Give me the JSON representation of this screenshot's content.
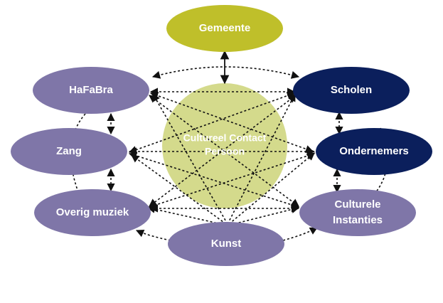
{
  "nodes": {
    "gemeente": {
      "label": "Gemeente",
      "color": "#bfbf2a"
    },
    "hafabra": {
      "label": "HaFaBra",
      "color": "#7f76a8"
    },
    "scholen": {
      "label": "Scholen",
      "color": "#0b1f5c"
    },
    "zang": {
      "label": "Zang",
      "color": "#7f76a8"
    },
    "ondernemers": {
      "label": "Ondernemers",
      "color": "#0b1f5c"
    },
    "overig": {
      "label": "Overig muziek",
      "color": "#7f76a8"
    },
    "culturele_line1": {
      "label": "Culturele",
      "color": "#7f76a8"
    },
    "culturele_line2": {
      "label": "Instanties"
    },
    "kunst": {
      "label": "Kunst",
      "color": "#7f76a8"
    }
  },
  "center": {
    "line1": "Cultureel Contact",
    "line2": "Persoon",
    "color": "#d4da8c"
  }
}
